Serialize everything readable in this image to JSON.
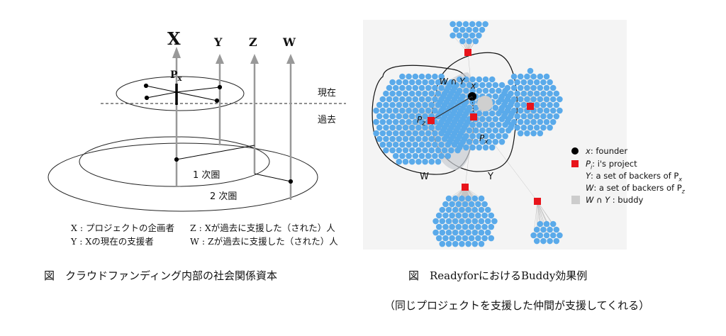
{
  "left_diagram": {
    "axes": [
      "X",
      "Y",
      "Z",
      "W"
    ],
    "px_label": "P",
    "px_sub": "x",
    "present_label": "現在",
    "past_label": "過去",
    "ring1_label": "1 次圏",
    "ring2_label": "2 次圏",
    "legend": [
      "X : プロジェクトの企画者",
      "Y : Xの現在の支援者",
      "Z : Xが過去に支援した（された）人",
      "W : Zが過去に支援した（された）人"
    ],
    "caption": "図　クラウドファンディング内部の社会関係資本"
  },
  "right_diagram": {
    "w_cap_y": "W ∩ Y",
    "x_label": "x",
    "pz_label": "P",
    "pz_sub": "z",
    "px_label": "P",
    "px_sub": "x",
    "w_label": "W",
    "y_label": "Y",
    "colors": {
      "node": "#5aaaea",
      "project": "#e8141b",
      "founder": "#000000",
      "buddy": "#cccccc"
    },
    "legend": [
      {
        "mark": "founder",
        "pre": ": founder",
        "it": "x",
        "rest": ""
      },
      {
        "mark": "project",
        "it": "P",
        "sub": "i",
        "rest": ": i's project"
      },
      {
        "mark": "none",
        "it": "Y",
        "rest": ": a set of backers of P",
        "sub2": "x"
      },
      {
        "mark": "none",
        "it": "W",
        "rest": ": a set of backers of P",
        "sub2": "z"
      },
      {
        "mark": "buddy",
        "it": "W ∩ Y",
        "rest": " : buddy"
      }
    ],
    "caption1": "図　ReadyforにおけるBuddy効果例",
    "caption2": "（同じプロジェクトを支援した仲間が支援してくれる）"
  }
}
